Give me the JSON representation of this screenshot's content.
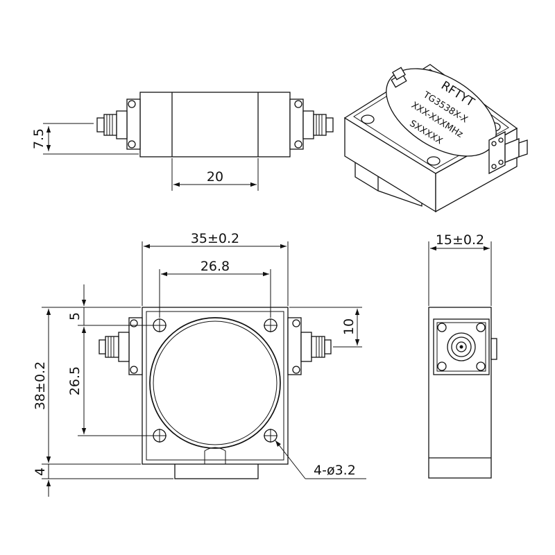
{
  "dimensions": {
    "top_height": "7.5",
    "top_length": "20",
    "front_width": "35±0.2",
    "hole_spacing_x": "26.8",
    "front_height": "38±0.2",
    "hole_offset_top": "5",
    "hole_spacing_y": "26.5",
    "connector_offset": "10",
    "base_height": "4",
    "hole_callout": "4-ø3.2",
    "side_thickness": "15±0.2"
  },
  "label": {
    "brand": "RFTYT",
    "model": "TG3538X-X",
    "frequency": "XXX-XXXMHz",
    "serial": "SXXXXX"
  }
}
